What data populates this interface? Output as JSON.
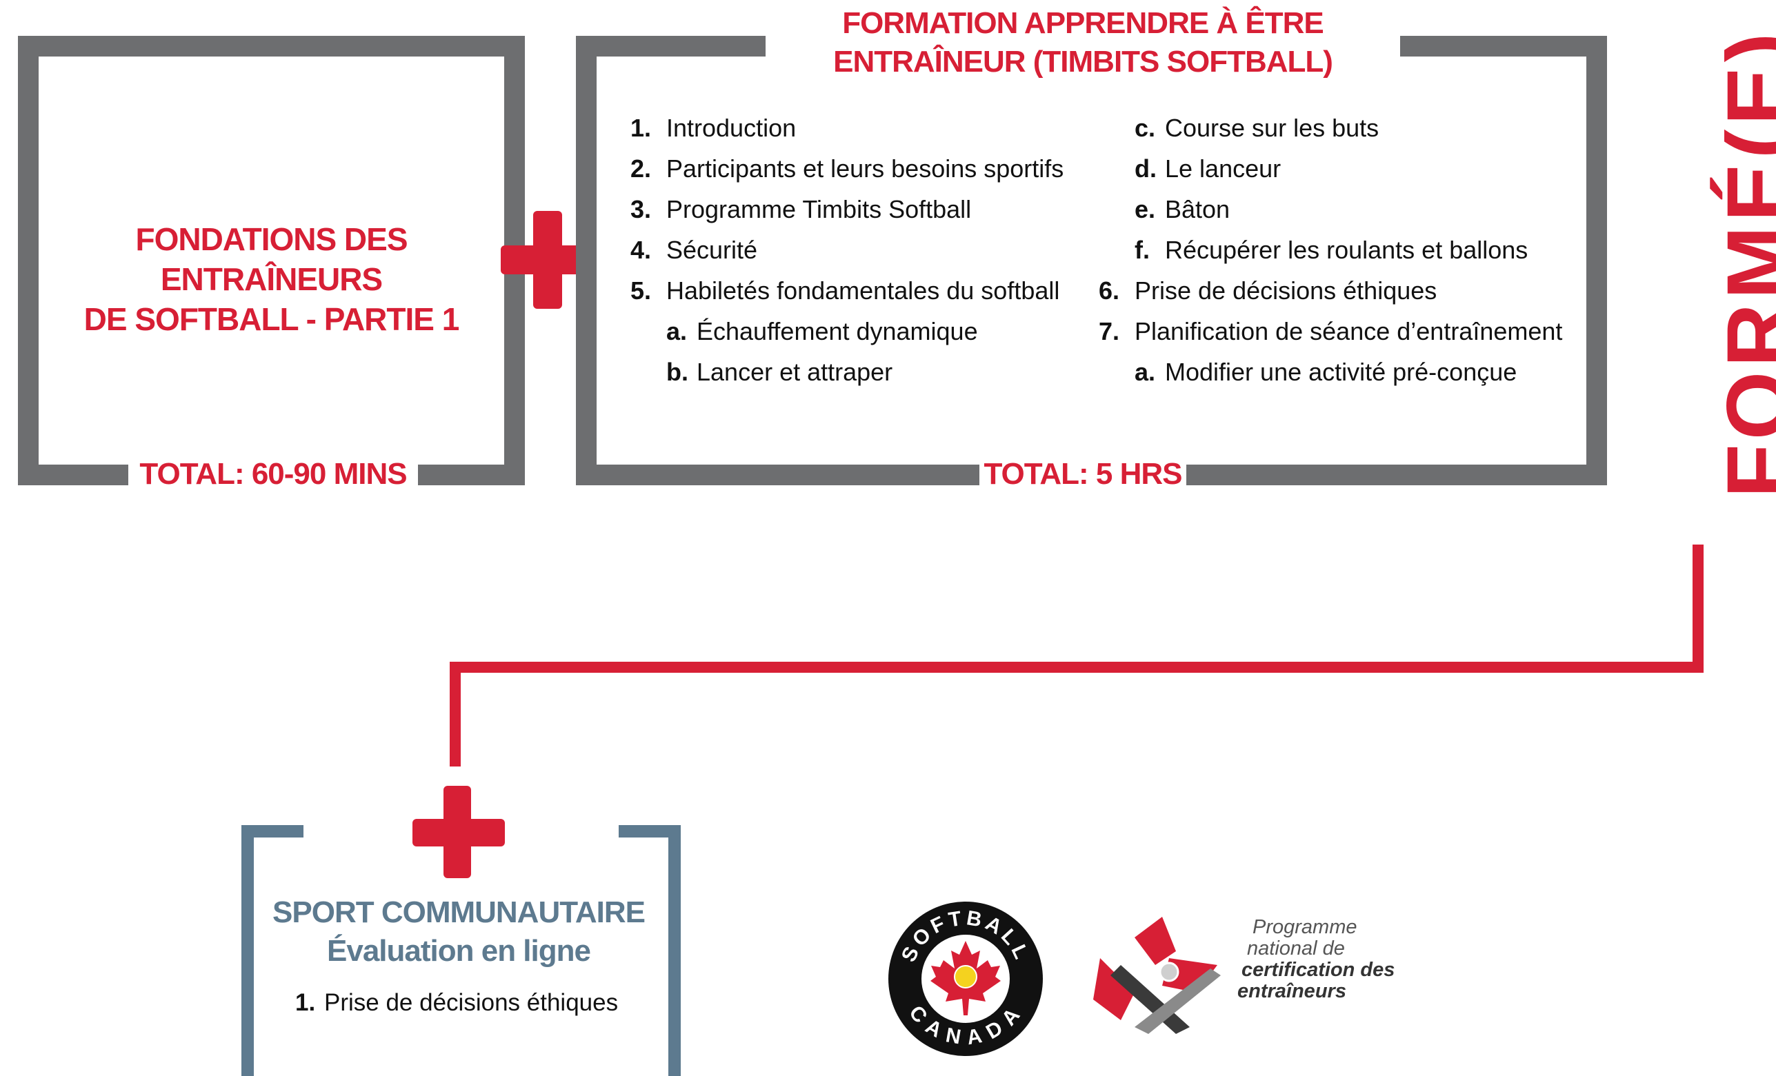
{
  "box1": {
    "title_line1": "FONDATIONS DES ENTRAÎNEURS",
    "title_line2": "DE SOFTBALL  - PARTIE 1",
    "total": "TOTAL: 60-90 MINS"
  },
  "box2": {
    "title_line1": "FORMATION APPRENDRE À ÊTRE",
    "title_line2": "ENTRAÎNEUR (TIMBITS SOFTBALL)",
    "total": "TOTAL: 5 HRS",
    "left_items": [
      {
        "num": "1.",
        "text": "Introduction"
      },
      {
        "num": "2.",
        "text": "Participants et leurs besoins sportifs"
      },
      {
        "num": "3.",
        "text": "Programme Timbits Softball"
      },
      {
        "num": "4.",
        "text": "Sécurité"
      },
      {
        "num": "5.",
        "text": "Habiletés fondamentales du softball"
      },
      {
        "num": "a.",
        "text": "Échauffement dynamique"
      },
      {
        "num": "b.",
        "text": "Lancer et attraper"
      }
    ],
    "right_items": [
      {
        "num": "c.",
        "text": "Course sur les buts"
      },
      {
        "num": "d.",
        "text": "Le lanceur"
      },
      {
        "num": "e.",
        "text": "Bâton"
      },
      {
        "num": "f.",
        "text": "Récupérer les roulants et ballons"
      },
      {
        "num": "6.",
        "text": "Prise de décisions éthiques"
      },
      {
        "num": "7.",
        "text": "Planification de séance d’entraînement"
      },
      {
        "num": "a.",
        "text": "Modifier une activité pré-conçue"
      }
    ]
  },
  "status_word": "FORMÉ(E)",
  "box3": {
    "title_line1": "SPORT COMMUNAUTAIRE",
    "title_line2": "Évaluation en ligne",
    "item": {
      "num": "1.",
      "text": "Prise de décisions éthiques"
    }
  },
  "logo_softball": {
    "top_text": "SOFTBALL",
    "bottom_text": "CANADA"
  },
  "logo_pnce": {
    "line1": "Programme",
    "line2": "national de",
    "line3": "certification des",
    "line4": "entraîneurs"
  },
  "colors": {
    "red": "#d71f35",
    "gray": "#6d6e70",
    "slate": "#5d7a8f"
  }
}
